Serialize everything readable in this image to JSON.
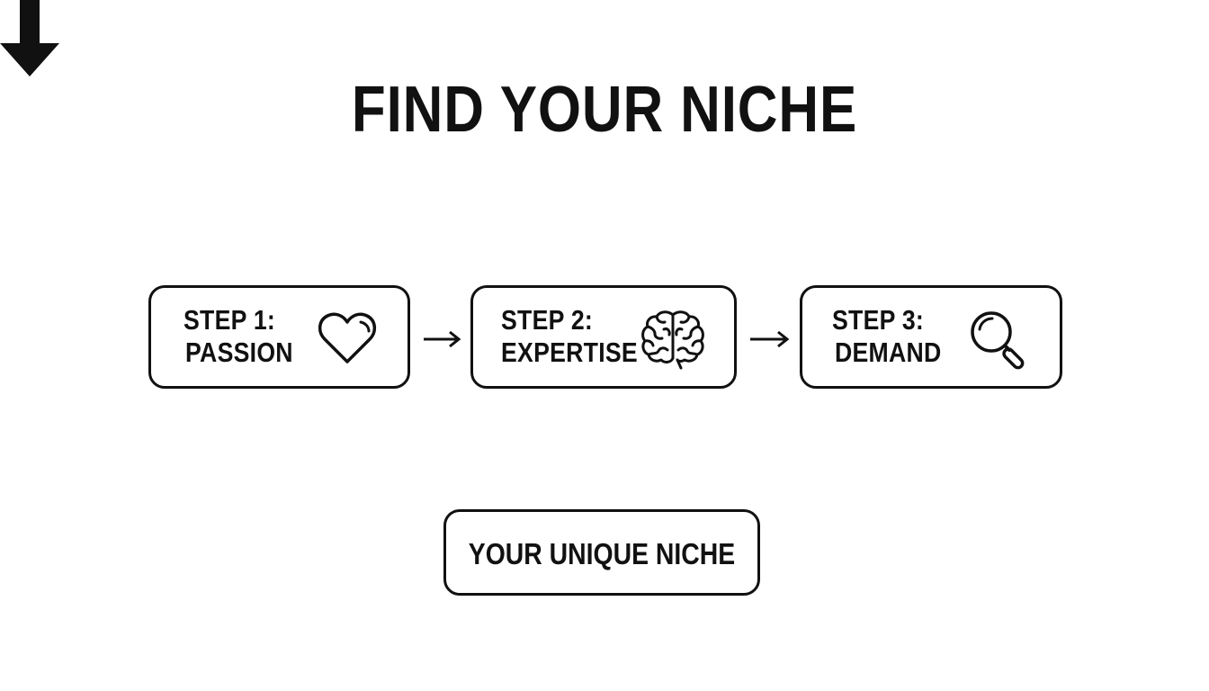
{
  "title": "FIND YOUR NICHE",
  "steps": [
    {
      "label": "STEP 1:",
      "name": "PASSION",
      "icon": "heart-icon"
    },
    {
      "label": "STEP 2:",
      "name": "EXPERTISE",
      "icon": "brain-icon"
    },
    {
      "label": "STEP 3:",
      "name": "DEMAND",
      "icon": "magnifying-glass-icon"
    }
  ],
  "result": {
    "label": "YOUR UNIQUE NICHE"
  },
  "colors": {
    "ink": "#111111",
    "background": "#ffffff"
  }
}
